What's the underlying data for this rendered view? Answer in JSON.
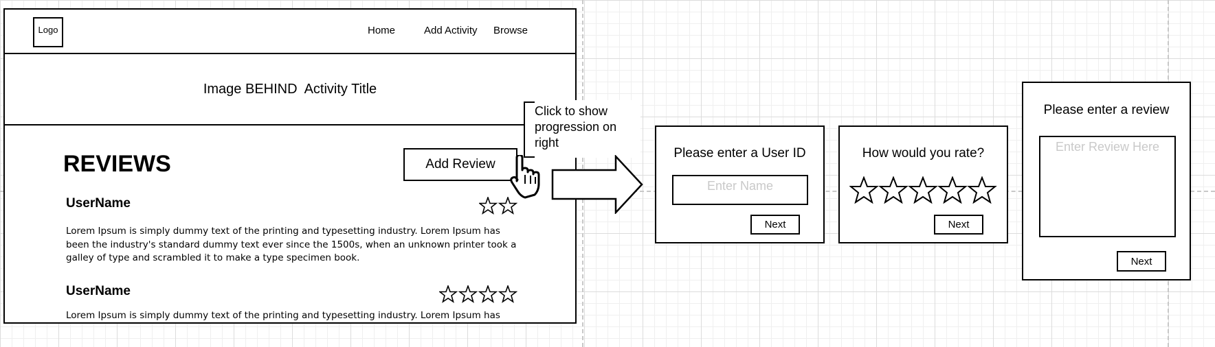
{
  "wireframe": {
    "nav": {
      "logo": "Logo",
      "links": [
        "Home",
        "Add Activity",
        "Browse"
      ]
    },
    "hero": {
      "text": "Image BEHIND  Activity Title"
    },
    "reviews": {
      "heading": "REVIEWS",
      "add_button": "Add Review",
      "items": [
        {
          "username": "UserName",
          "rating": 2,
          "text": [
            "Lorem Ipsum is simply dummy text of the printing and typesetting industry. Lorem Ipsum has",
            "been the industry's standard dummy text ever since the 1500s, when an unknown printer took a",
            "galley of type and scrambled it to make a type specimen book."
          ]
        },
        {
          "username": "UserName",
          "rating": 4,
          "text": [
            "Lorem Ipsum is simply dummy text of the printing and typesetting industry. Lorem Ipsum has"
          ]
        }
      ]
    }
  },
  "callout": {
    "lines": [
      "Click to show",
      "progression on",
      "right"
    ]
  },
  "steps": [
    {
      "title": "Please enter a User ID",
      "placeholder": "Enter Name",
      "next": "Next"
    },
    {
      "title": "How would you rate?",
      "stars": 5,
      "next": "Next"
    },
    {
      "title": "Please enter a review",
      "placeholder": "Enter Review Here",
      "next": "Next"
    }
  ]
}
